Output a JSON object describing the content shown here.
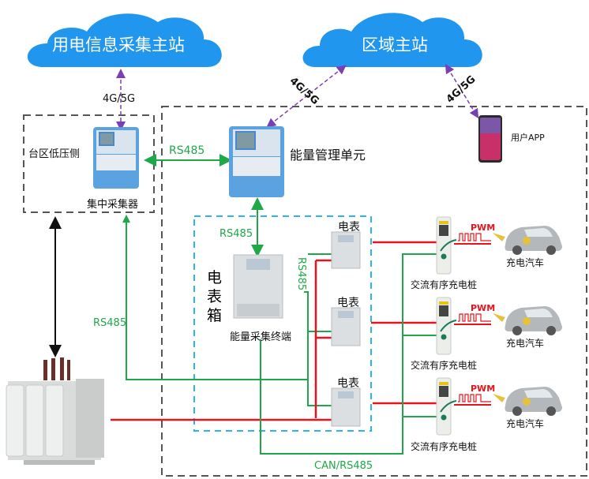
{
  "clouds": {
    "left": "用电信息采集主站",
    "right": "区域主站"
  },
  "links": {
    "wireless_left": "4G/5G",
    "wireless_mid": "4G/5G",
    "wireless_right": "4G/5G",
    "rs485_top": "RS485",
    "rs485_mid": "RS485",
    "rs485_vertical": "RS485",
    "rs485_left": "RS485",
    "can_rs485": "CAN/RS485",
    "pwm": "PWM"
  },
  "nodes": {
    "low_voltage_side": "台区低压侧",
    "concentrator": "集中采集器",
    "energy_mgmt_unit": "能量管理单元",
    "user_app": "用户APP",
    "meter_box": [
      "电",
      "表",
      "箱"
    ],
    "energy_terminal": "能量采集终端",
    "meter": "电表",
    "charger": "交流有序充电桩",
    "ev": "充电汽车"
  },
  "meters": [
    {
      "label": "电表"
    },
    {
      "label": "电表"
    },
    {
      "label": "电表"
    }
  ],
  "chargers": [
    {
      "label": "交流有序充电桩",
      "ev_label": "充电汽车",
      "signal": "PWM"
    },
    {
      "label": "交流有序充电桩",
      "ev_label": "充电汽车",
      "signal": "PWM"
    },
    {
      "label": "交流有序充电桩",
      "ev_label": "充电汽车",
      "signal": "PWM"
    }
  ],
  "colors": {
    "cloud": "#2196ee",
    "comm_green": "#1fa84a",
    "power_red": "#e8141b",
    "wireless_purple": "#7b3fb5",
    "zone_dashed": "#555555",
    "meter_box_dashed": "#2bb5e8"
  }
}
